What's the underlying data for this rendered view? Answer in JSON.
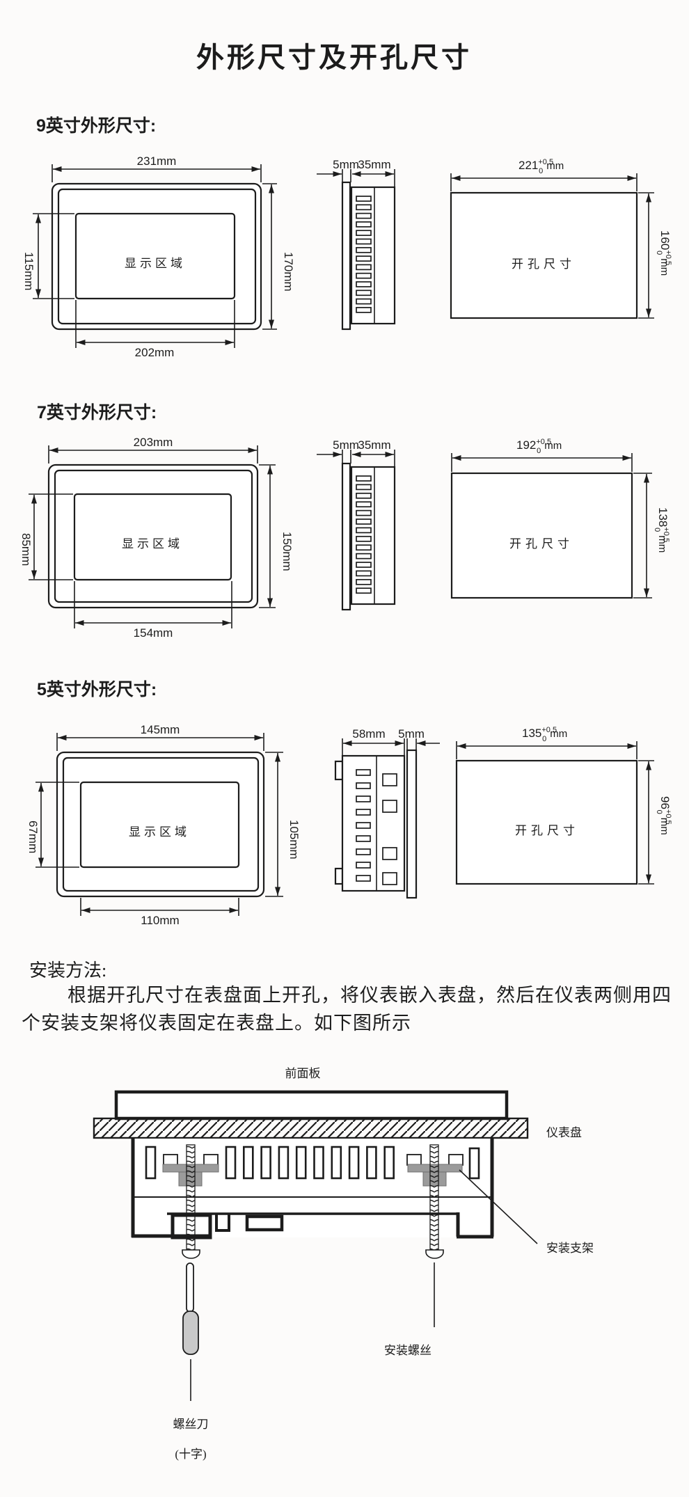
{
  "title": "外形尺寸及开孔尺寸",
  "sections": [
    {
      "heading": "9英寸外形尺寸:",
      "front": {
        "width": "231mm",
        "display_height": "115mm",
        "height": "170mm",
        "display_width": "202mm",
        "area": "显示区域"
      },
      "side": {
        "bezel": "5mm",
        "depth": "35mm"
      },
      "cutout": {
        "label": "开孔尺寸",
        "width": "221",
        "height": "160",
        "tol_plus": "+0.5",
        "tol_zero": "0",
        "unit": "mm"
      }
    },
    {
      "heading": "7英寸外形尺寸:",
      "front": {
        "width": "203mm",
        "display_height": "85mm",
        "height": "150mm",
        "display_width": "154mm",
        "area": "显示区域"
      },
      "side": {
        "bezel": "5mm",
        "depth": "35mm"
      },
      "cutout": {
        "label": "开孔尺寸",
        "width": "192",
        "height": "138",
        "tol_plus": "+0.5",
        "tol_zero": "0",
        "unit": "mm"
      }
    },
    {
      "heading": "5英寸外形尺寸:",
      "front": {
        "width": "145mm",
        "display_height": "67mm",
        "height": "105mm",
        "display_width": "110mm",
        "area": "显示区域"
      },
      "side": {
        "depth": "58mm",
        "bezel": "5mm"
      },
      "cutout": {
        "label": "开孔尺寸",
        "width": "135",
        "height": "96",
        "tol_plus": "+0.5",
        "tol_zero": "0",
        "unit": "mm"
      }
    }
  ],
  "install": {
    "heading": "安装方法:",
    "line1": "根据开孔尺寸在表盘面上开孔，将仪表嵌入表盘，然后在仪表两侧用四",
    "line2": "个安装支架将仪表固定在表盘上。如下图所示"
  },
  "mount": {
    "front_panel": "前面板",
    "panel": "仪表盘",
    "bracket": "安装支架",
    "screw": "安装螺丝",
    "driver1": "螺丝刀",
    "driver2": "(十字)"
  }
}
